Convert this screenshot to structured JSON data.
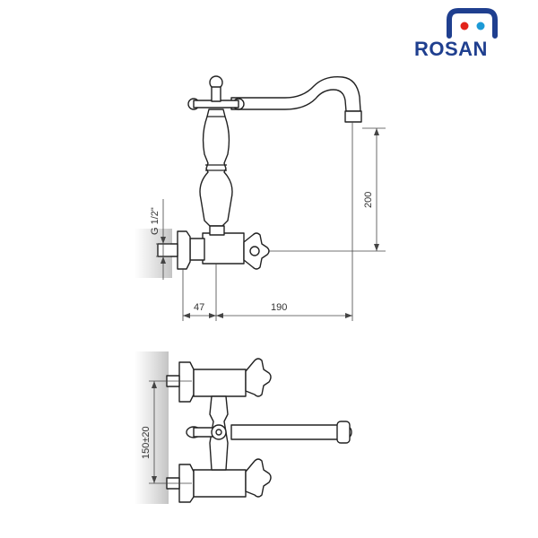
{
  "brand": {
    "name": "ROSAN",
    "logo_color": "#1f3f8f",
    "dot_colors": [
      "#e2231a",
      "#1c9ad6"
    ]
  },
  "dimensions": {
    "thread": "G 1/2\"",
    "wall_offset": "47",
    "spout_reach": "190",
    "spout_height": "200",
    "center_distance": "150±20"
  }
}
